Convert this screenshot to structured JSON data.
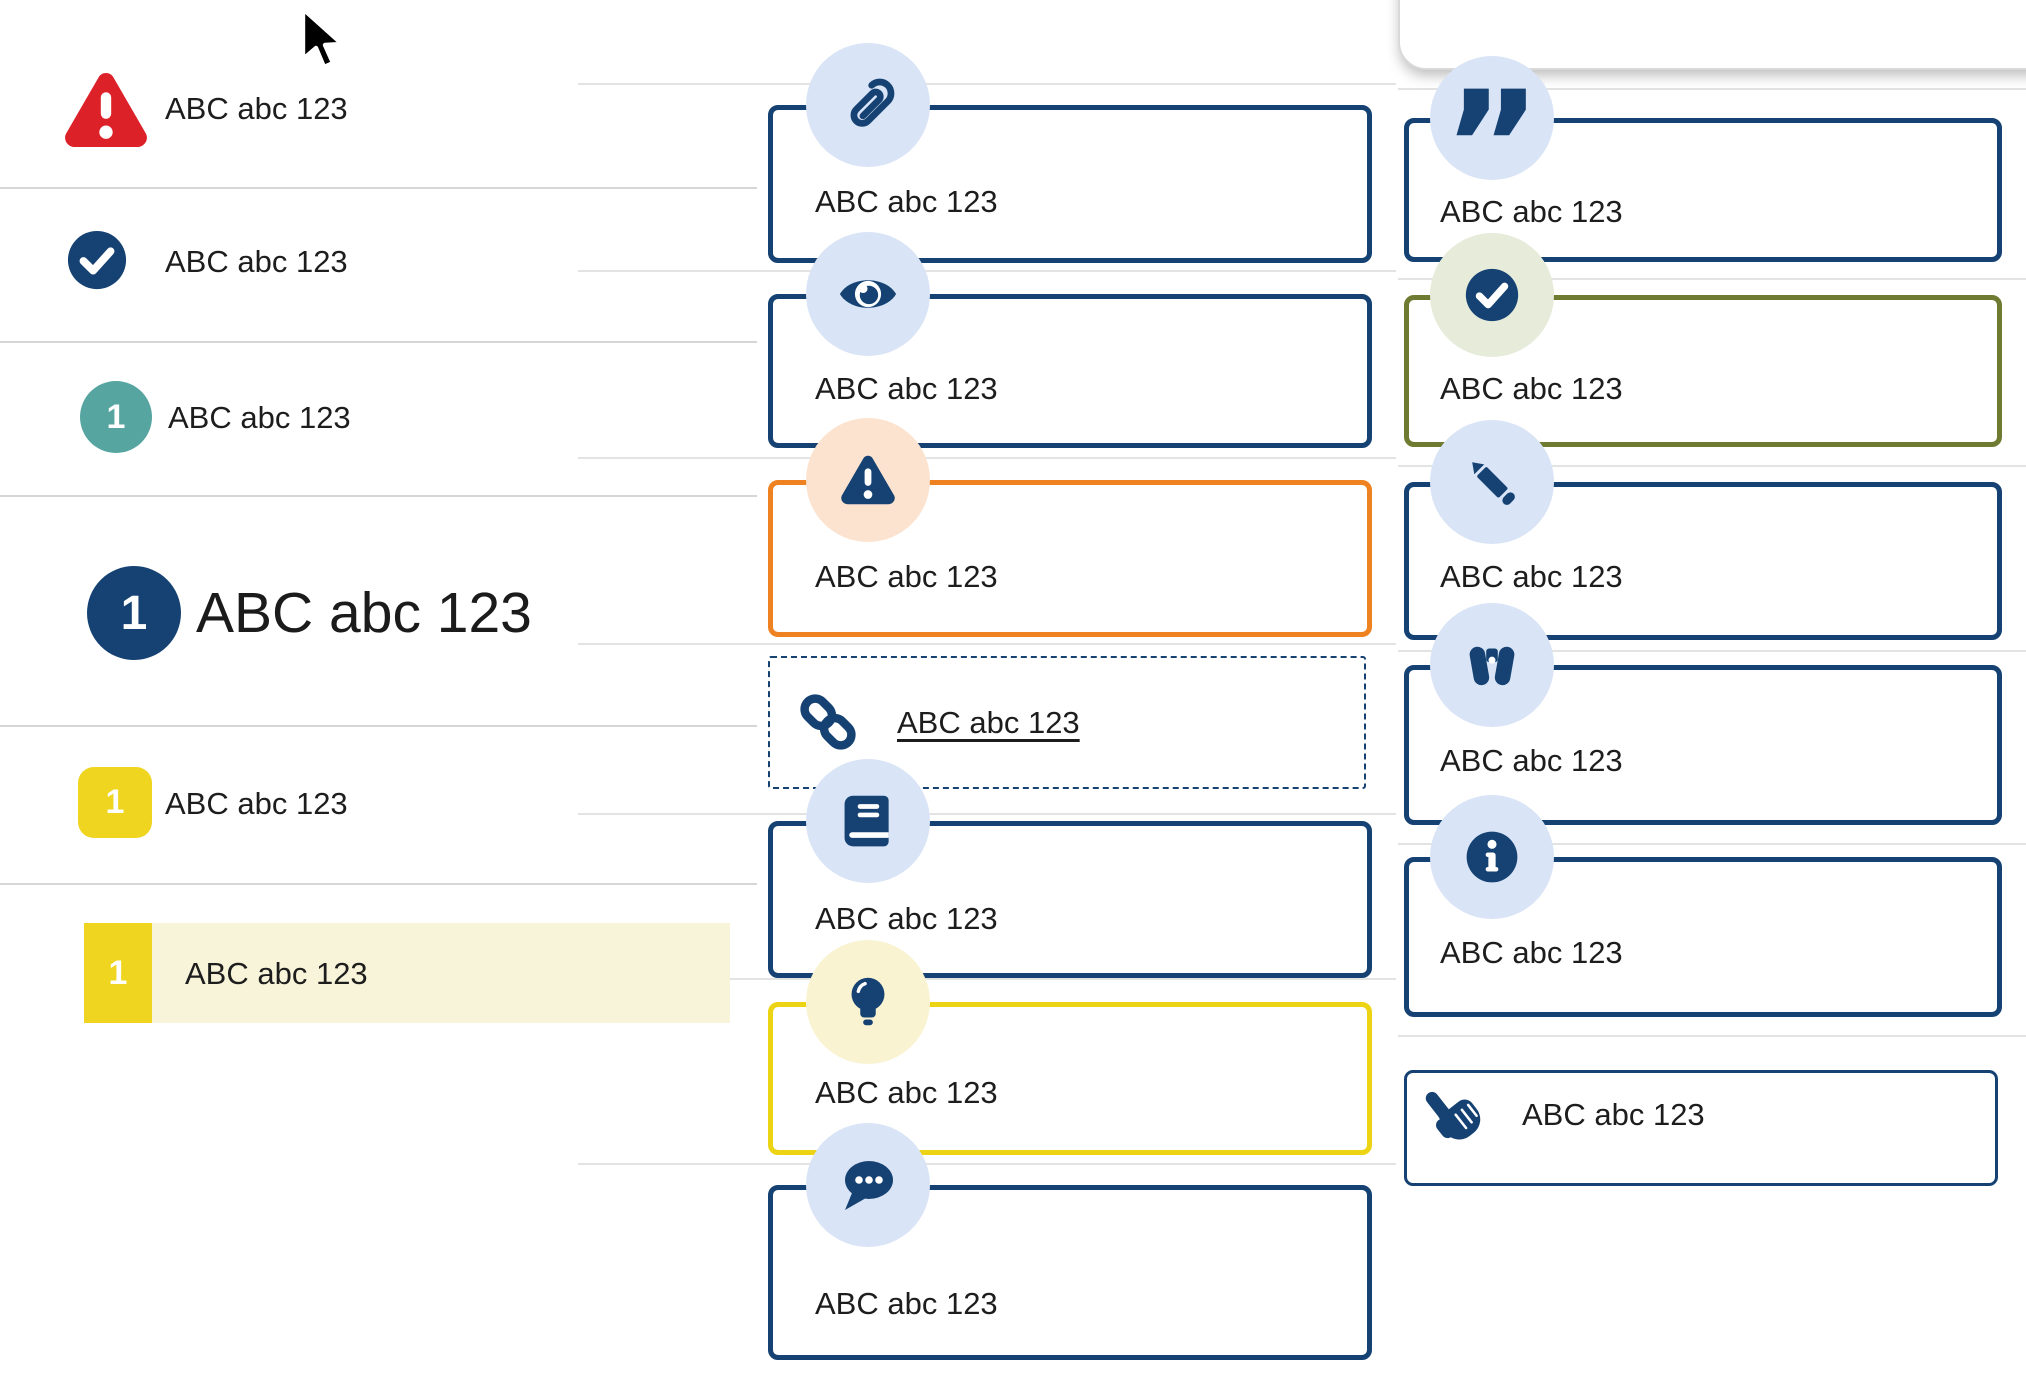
{
  "text_sample": "ABC abc 123",
  "colors": {
    "navy": "#154273",
    "light_blue_circle": "#d9e4f6",
    "orange_border": "#ee8220",
    "orange_circle": "#fbe3cf",
    "red": "#dc2128",
    "teal": "#57a5a1",
    "yellow_badge": "#efd51f",
    "yellow_border": "#ecd314",
    "yellow_circle": "#faf3d2",
    "highlight_row_bg": "#f8f4d9",
    "olive_border": "#6e7b30",
    "green_circle": "#e6ebda",
    "divider_line": "#e3e3e3",
    "text": "#1d1d1d"
  },
  "left_list": {
    "items": [
      {
        "icon": "warning-triangle-icon",
        "label": "ABC abc 123"
      },
      {
        "icon": "check-circle-icon",
        "label": "ABC abc 123"
      },
      {
        "icon": "teal-number-badge",
        "badge": "1",
        "label": "ABC abc 123"
      },
      {
        "icon": "navy-number-badge",
        "badge": "1",
        "label": "ABC abc 123",
        "heading": true
      },
      {
        "icon": "yellow-number-badge",
        "badge": "1",
        "label": "ABC abc 123"
      },
      {
        "icon": "yellow-number-badge",
        "badge": "1",
        "label": "ABC abc 123",
        "highlighted": true
      }
    ]
  },
  "middle_cards": [
    {
      "icon": "paperclip-icon",
      "label": "ABC abc 123",
      "variant": "default"
    },
    {
      "icon": "eye-icon",
      "label": "ABC abc 123",
      "variant": "default"
    },
    {
      "icon": "warning-triangle-icon",
      "label": "ABC abc 123",
      "variant": "warning"
    },
    {
      "icon": "link-icon",
      "label": "ABC abc 123",
      "variant": "link"
    },
    {
      "icon": "book-icon",
      "label": "ABC abc 123",
      "variant": "default"
    },
    {
      "icon": "lightbulb-icon",
      "label": "ABC abc 123",
      "variant": "tip"
    },
    {
      "icon": "speech-bubble-icon",
      "label": "ABC abc 123",
      "variant": "default"
    }
  ],
  "right_cards": [
    {
      "icon": "quote-icon",
      "label": "ABC abc 123",
      "variant": "default"
    },
    {
      "icon": "check-circle-icon",
      "label": "ABC abc 123",
      "variant": "success"
    },
    {
      "icon": "pencil-icon",
      "label": "ABC abc 123",
      "variant": "default"
    },
    {
      "icon": "binoculars-icon",
      "label": "ABC abc 123",
      "variant": "default"
    },
    {
      "icon": "info-icon",
      "label": "ABC abc 123",
      "variant": "default"
    },
    {
      "icon": "hand-pointer-icon",
      "label": "ABC abc 123",
      "variant": "action"
    }
  ]
}
